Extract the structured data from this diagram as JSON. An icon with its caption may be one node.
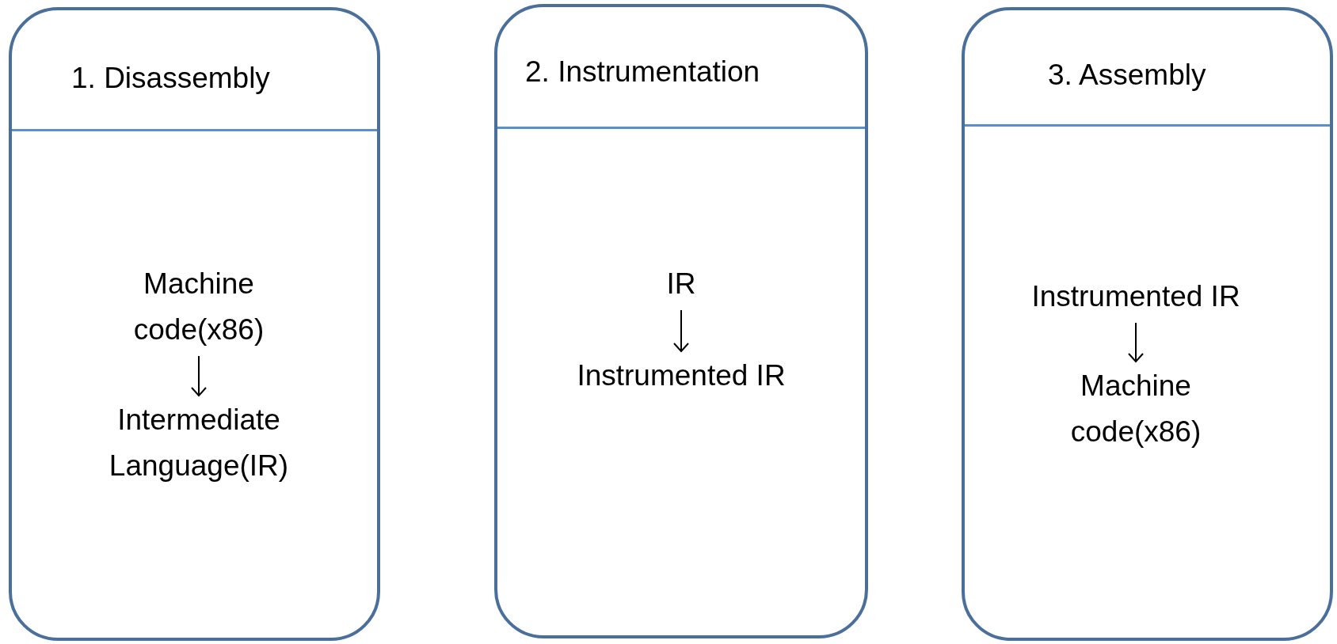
{
  "diagram": {
    "nodes": [
      {
        "text": [
          "1. Disassembly"
        ]
      },
      {
        "text": [
          "Machine code(x86)"
        ],
        "in": 0
      },
      {
        "text": [
          "Intermediate Language(IR)"
        ],
        "in": 0
      },
      {
        "text": [
          "2. Instrumentation"
        ]
      },
      {
        "text": [
          "IR"
        ],
        "in": 3
      },
      {
        "text": [
          "Instrumented IR"
        ],
        "in": 3
      },
      {
        "text": [
          "3. Assembly"
        ]
      },
      {
        "text": [
          "Instrumented IR"
        ],
        "in": 6
      },
      {
        "text": [
          "Machine code(x86)"
        ],
        "in": 6
      }
    ],
    "edges": [
      {
        "from": 1,
        "to": 2,
        "arrow": "to"
      },
      {
        "from": 4,
        "to": 5,
        "arrow": "to"
      },
      {
        "from": 7,
        "to": 8,
        "arrow": "to"
      }
    ]
  }
}
